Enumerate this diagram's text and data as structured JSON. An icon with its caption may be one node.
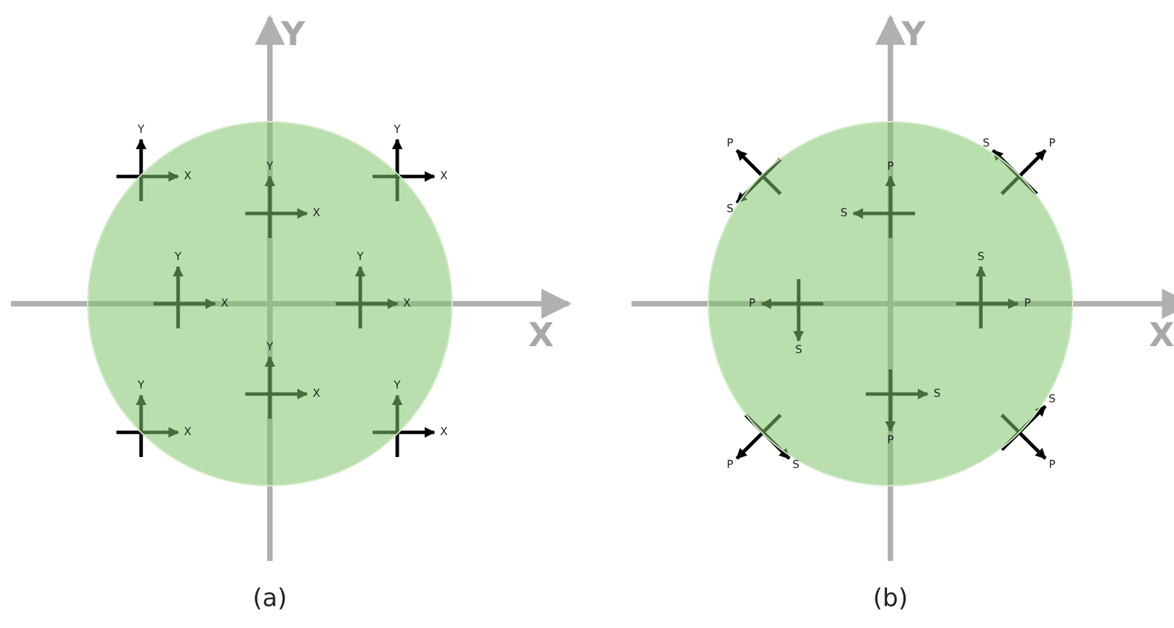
{
  "diagram": {
    "labels": [
      "Y",
      "X",
      "Y",
      "X",
      "Y",
      "X",
      "Y",
      "X",
      "Y",
      "X",
      "Y",
      "X",
      "Y",
      "X",
      "Y",
      "X",
      "Y",
      "X",
      "(a)",
      "Y",
      "X",
      "P",
      "S",
      "P",
      "S",
      "P",
      "S",
      "P",
      "S",
      "P",
      "S",
      "P",
      "S",
      "P",
      "S",
      "P",
      "S",
      "(b)"
    ]
  }
}
